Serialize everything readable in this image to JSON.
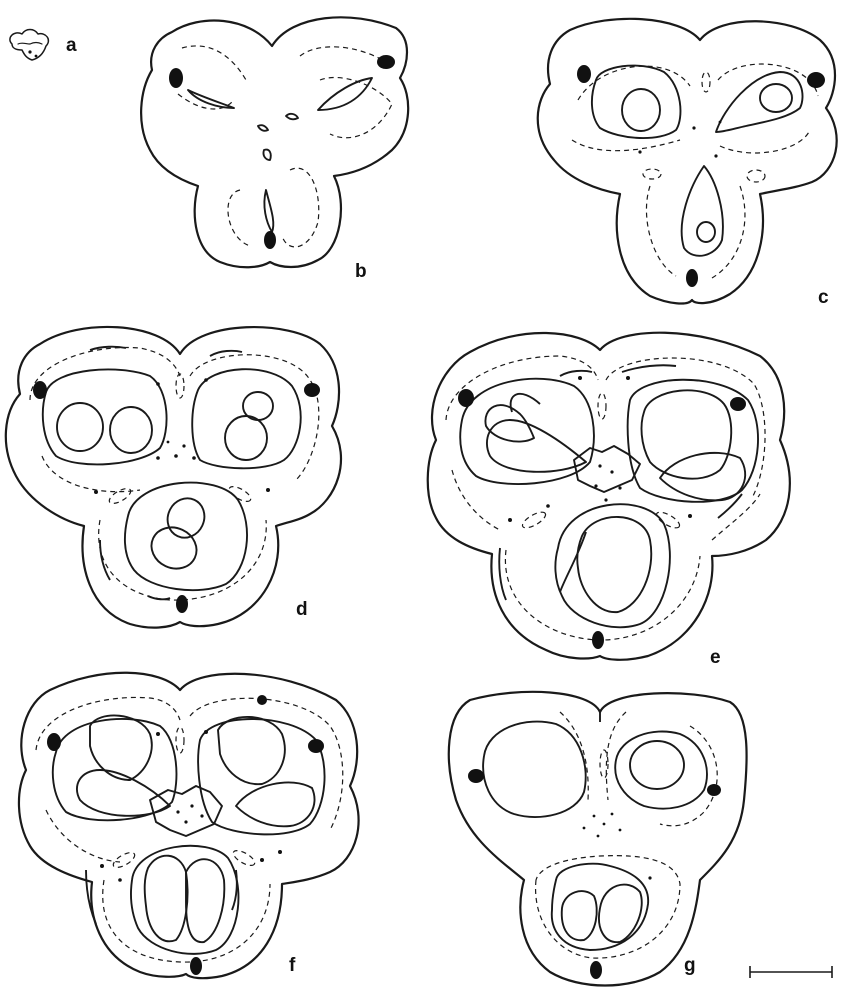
{
  "figure": {
    "panels": [
      {
        "id": "a",
        "label": "a"
      },
      {
        "id": "b",
        "label": "b"
      },
      {
        "id": "c",
        "label": "c"
      },
      {
        "id": "d",
        "label": "d"
      },
      {
        "id": "e",
        "label": "e"
      },
      {
        "id": "f",
        "label": "f"
      },
      {
        "id": "g",
        "label": "g"
      }
    ],
    "scale_bar_label": ""
  },
  "colors": {
    "ink": "#1a1a1a",
    "background": "#ffffff"
  }
}
